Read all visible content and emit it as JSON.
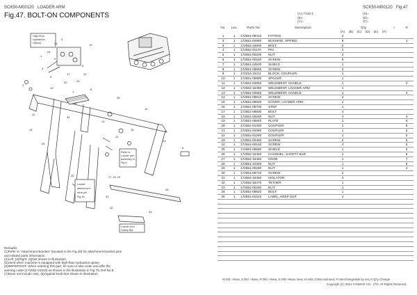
{
  "header": {
    "left_code": "SCK50-M00120",
    "left_section": "LOADER ARM",
    "right_code": "SCK50-M00120",
    "right_fig": "Fig.47"
  },
  "title": "Fig.47.  BOLT-ON COMPONENTS",
  "qty_legend": {
    "a": "(A)=T210-1",
    "b": "(B)=",
    "c": "(C)=",
    "d": "(D)=",
    "e": "(E)=",
    "f": "(F)="
  },
  "table": {
    "headers": {
      "no": "No.",
      "lev": "Lev.",
      "parts_no": "Parts No.",
      "description": "Description",
      "qty": "Q'ty",
      "i": "I",
      "r": "R"
    },
    "qty_cols": [
      "(A)",
      "(B)",
      "(C)",
      "(D)",
      "(E)",
      "(F)"
    ],
    "rows": [
      {
        "no": "1",
        "lev": "1",
        "part": "172551-09410",
        "desc": "FITTING",
        "qty": "2",
        "r": ""
      },
      {
        "no": "2",
        "lev": "1",
        "part": "172551-04880",
        "desc": "BUSHING, SPRING",
        "qty": "8",
        "r": "1"
      },
      {
        "no": "3",
        "lev": "1",
        "part": "172552-16500",
        "desc": "BOLT",
        "qty": "2",
        "r": ""
      },
      {
        "no": "4",
        "lev": "1",
        "part": "172552-01170",
        "desc": "PIN",
        "qty": "2",
        "r": ""
      },
      {
        "no": "5",
        "lev": "1",
        "part": "172551-00200",
        "desc": "NUT",
        "qty": "2",
        "r": ""
      },
      {
        "no": "6",
        "lev": "1",
        "part": "172551-00160",
        "desc": "SCREW",
        "qty": "8",
        "r": ""
      },
      {
        "no": "7",
        "lev": "1",
        "part": "172551-04930",
        "desc": "SHIELD",
        "qty": "1",
        "r": ""
      },
      {
        "no": "8",
        "lev": "1",
        "part": "172551-09650",
        "desc": "SCREW",
        "qty": "2",
        "r": ""
      },
      {
        "no": "9",
        "lev": "1",
        "part": "172216-15211",
        "desc": "BLOCK, COUPLER",
        "qty": "1",
        "r": ""
      },
      {
        "no": "10",
        "lev": "1",
        "part": "172551-05890",
        "desc": "SPACER",
        "qty": "1",
        "r": ""
      },
      {
        "no": "11",
        "lev": "1",
        "part": "172551-04550",
        "desc": "WELDMENT, HANDLE",
        "qty": "1",
        "r": "2"
      },
      {
        "no": "12",
        "lev": "1",
        "part": "172552-16490",
        "desc": "WELDMENT, LOADER ARM",
        "qty": "1",
        "r": ""
      },
      {
        "no": "13",
        "lev": "1",
        "part": "172551-04560",
        "desc": "WELDMENT, HANDLE",
        "qty": "1",
        "r": "3"
      },
      {
        "no": "14",
        "lev": "1",
        "part": "172551-09910",
        "desc": "SCREW",
        "qty": "2",
        "r": ""
      },
      {
        "no": "15",
        "lev": "1",
        "part": "172551-05020",
        "desc": "COVER, LOADER ARM",
        "qty": "1",
        "r": ""
      },
      {
        "no": "16",
        "lev": "1",
        "part": "172551-06700",
        "desc": "STEP",
        "qty": "1",
        "r": ""
      },
      {
        "no": "17",
        "lev": "1",
        "part": "172551-09830",
        "desc": "BOLT",
        "qty": "4",
        "r": ""
      },
      {
        "no": "18",
        "lev": "1",
        "part": "172551-00250",
        "desc": "NUT",
        "qty": "4",
        "r": "4"
      },
      {
        "no": "19",
        "lev": "1",
        "part": "172551-06840",
        "desc": "PLATE",
        "qty": "1",
        "r": "5"
      },
      {
        "no": "20",
        "lev": "1",
        "part": "172551-01300",
        "desc": "COUPLER",
        "qty": "1",
        "r": "5"
      },
      {
        "no": "21",
        "lev": "1",
        "part": "172551-01080",
        "desc": "COUPLER",
        "qty": "1",
        "r": "5"
      },
      {
        "no": "22",
        "lev": "1",
        "part": "172551-01290",
        "desc": "COUPLER",
        "qty": "1",
        "r": "5"
      },
      {
        "no": "23",
        "lev": "1",
        "part": "172551-00450",
        "desc": "SCREW",
        "qty": "2",
        "r": "5"
      },
      {
        "no": "24",
        "lev": "1",
        "part": "172551-00160",
        "desc": "SCREW",
        "qty": "4",
        "r": "5"
      },
      {
        "no": "25",
        "lev": "1",
        "part": "172551-06580",
        "desc": "SHIELD",
        "qty": "1",
        "r": "5"
      },
      {
        "no": "26",
        "lev": "1",
        "part": "172552-16460",
        "desc": "CHANNEL, SAFETY BAR",
        "qty": "1",
        "r": "6"
      },
      {
        "no": "27",
        "lev": "1",
        "part": "172552-16460",
        "desc": "KNOB",
        "qty": "1",
        "r": "7"
      },
      {
        "no": "28",
        "lev": "1",
        "part": "172551-10300",
        "desc": "NUT",
        "qty": "1",
        "r": "8"
      },
      {
        "no": "29",
        "lev": "1",
        "part": "172551-00280",
        "desc": "NUT",
        "qty": "1",
        "r": "4"
      },
      {
        "no": "30",
        "lev": "1",
        "part": "172551-09710",
        "desc": "SCREW",
        "qty": "2",
        "r": ""
      },
      {
        "no": "31",
        "lev": "1",
        "part": "172552-16450",
        "desc": "ISOLATOR",
        "qty": "3",
        "r": ""
      },
      {
        "no": "32",
        "lev": "1",
        "part": "172552-16470",
        "desc": "TETHER",
        "qty": "1",
        "r": ""
      },
      {
        "no": "33",
        "lev": "1",
        "part": "172551-00260",
        "desc": "NUT",
        "qty": "1",
        "r": ""
      },
      {
        "no": "34",
        "lev": "1",
        "part": "172551-09820",
        "desc": "BOLT",
        "qty": "1",
        "r": ""
      },
      {
        "no": "35",
        "lev": "1",
        "part": "172551-01510",
        "desc": "LABEL, KEEP OUT",
        "qty": "1",
        "r": ""
      }
    ],
    "blank_rows": 13
  },
  "diagram": {
    "labels": {
      "high_flow": [
        "High-Flow",
        "Hydraulics",
        "Option)"
      ],
      "refer": [
        "Refer to",
        "Loader arm",
        "assembly in",
        "Fig.6"
      ],
      "attach": [
        "Loader",
        "attachment",
        "drive pin",
        "Fig.46"
      ],
      "safety": [
        "Loader Arm",
        "Safety Bar"
      ],
      "callout_group": "27, 28, 29"
    },
    "callouts": [
      "1",
      "2",
      "3",
      "4",
      "5",
      "6",
      "7",
      "8",
      "9",
      "10",
      "11",
      "12",
      "13",
      "14",
      "15",
      "16",
      "17",
      "18",
      "19",
      "20",
      "21",
      "22",
      "23",
      "24",
      "25",
      "26",
      "30",
      "31",
      "32",
      "33",
      "34",
      "35",
      "5",
      "17"
    ]
  },
  "remarks": [
    "Remarks",
    "(1)Refer to \"Attachment Bracket\" (located in the Fig.48) for attachment bracket pins",
    "and related parts information.",
    "(2)Left.   (3)Right.   (4)Not shown in illustration.",
    "(5)Used when machine is equipped with high-flow hydraulics option.",
    "(6)IMPORTANT: When ordering this part, be sure to also order and affix the",
    "warning Label (172551-01510) as shown in the illustration in Fig.79, Ref.No.8.",
    "(7)Does not include nuts.   (8)Against knob-Not shown in illustration."
  ],
  "legend": "N:Old ->New,  X:Old ->New,  R:Old ->New,  S:Old ->New,  New:  N:Add,  Z:Discontinued,  P:Interchangeable by set,  K:Q'ty Change",
  "copyright": "Copyright (C) 2014 YANMAR CO., LTD. All Rights Reserved."
}
